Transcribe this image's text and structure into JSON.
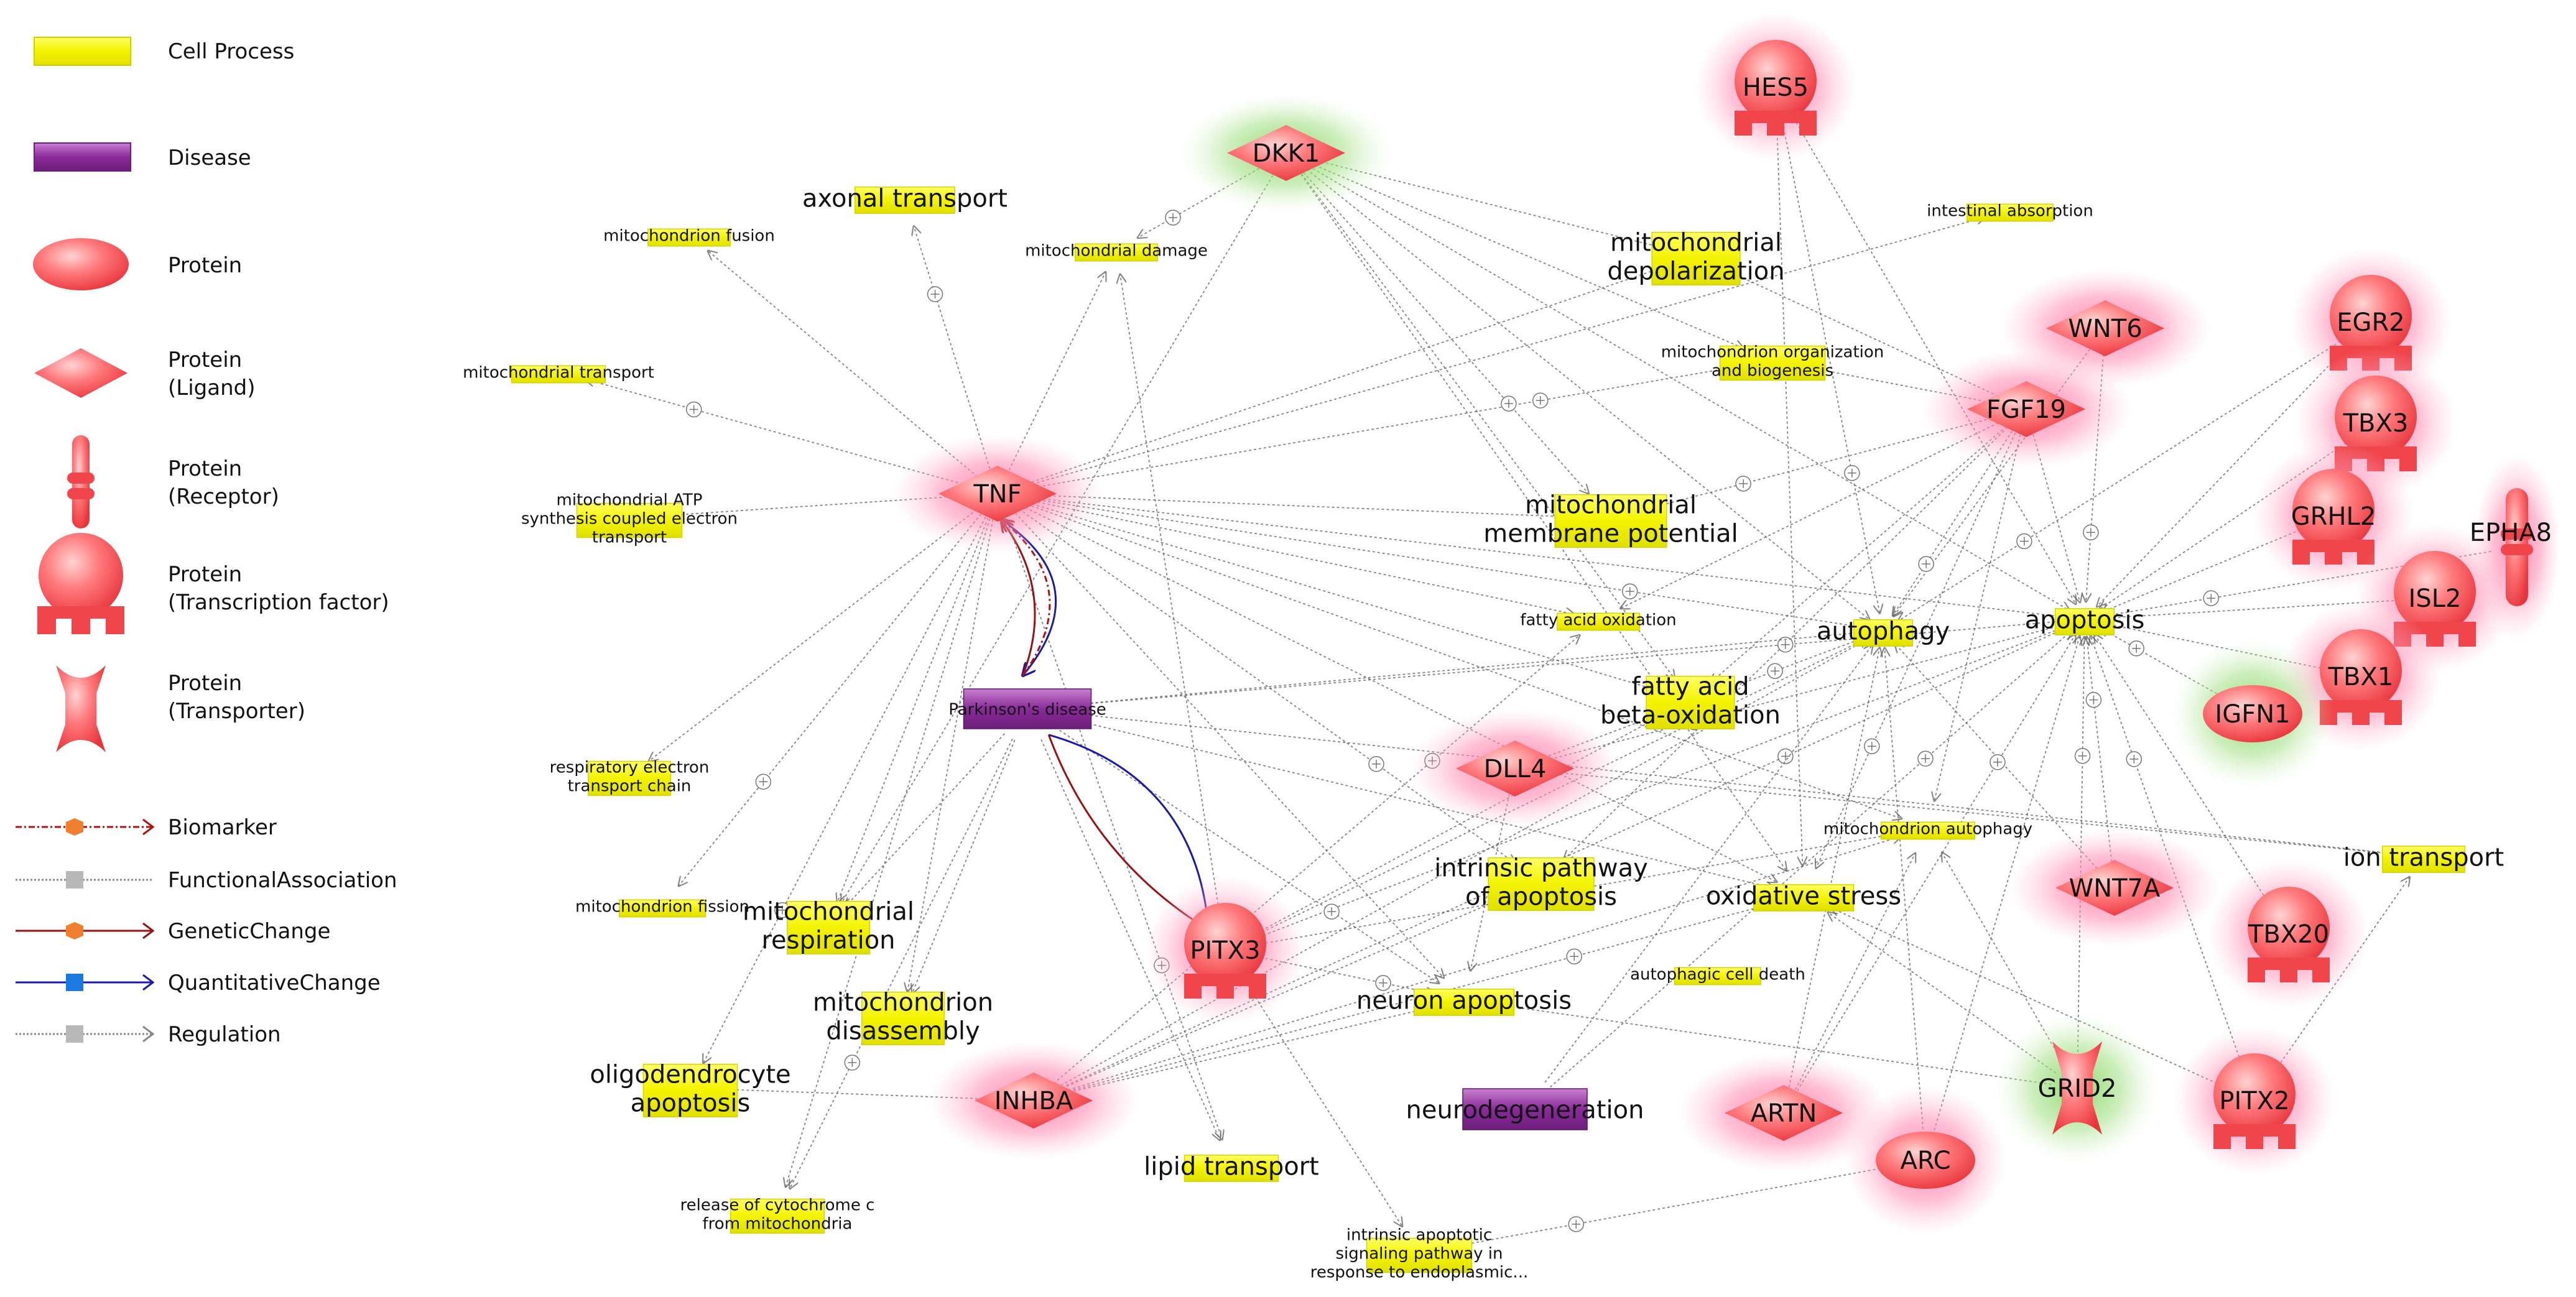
{
  "legend": {
    "cell_process": "Cell Process",
    "disease": "Disease",
    "protein": "Protein",
    "ligand": [
      "Protein",
      "(Ligand)"
    ],
    "receptor": [
      "Protein",
      "(Receptor)"
    ],
    "tf": [
      "Protein",
      "(Transcription factor)"
    ],
    "transporter": [
      "Protein",
      "(Transporter)"
    ],
    "biomarker": "Biomarker",
    "functional": "FunctionalAssociation",
    "genetic": "GeneticChange",
    "quantitative": "QuantitativeChange",
    "regulation": "Regulation"
  },
  "colors": {
    "process_fill": "#ffff55",
    "process_edge": "#d4d400",
    "disease_fill": "#9b3aa8",
    "protein_fill": "#f7666a",
    "glow_pink": "#ff7faa",
    "glow_green": "#8fd66e",
    "edge_gray": "#666666",
    "biomarker": "#b01010",
    "genetic": "#9a1010",
    "quantitative": "#1a1aaa"
  },
  "processes": [
    {
      "id": "axonal-transport",
      "label": [
        "axonal transport"
      ]
    },
    {
      "id": "mitochondrion-fusion",
      "label": [
        "mitochondrion fusion"
      ]
    },
    {
      "id": "mitochondrial-damage",
      "label": [
        "mitochondrial damage"
      ]
    },
    {
      "id": "mitochondrial-depolarization",
      "label": [
        "mitochondrial",
        "depolarization"
      ]
    },
    {
      "id": "intestinal-absorption",
      "label": [
        "intestinal absorption"
      ]
    },
    {
      "id": "mitochondrial-transport",
      "label": [
        "mitochondrial transport"
      ]
    },
    {
      "id": "mitochondrion-organization",
      "label": [
        "mitochondrion organization",
        "and biogenesis"
      ]
    },
    {
      "id": "mitochondrial-atp",
      "label": [
        "mitochondrial ATP",
        "synthesis coupled electron",
        "transport"
      ]
    },
    {
      "id": "mitochondrial-membrane-potential",
      "label": [
        "mitochondrial",
        "membrane potential"
      ]
    },
    {
      "id": "fatty-acid-oxidation",
      "label": [
        "fatty acid oxidation"
      ]
    },
    {
      "id": "autophagy",
      "label": [
        "autophagy"
      ]
    },
    {
      "id": "apoptosis",
      "label": [
        "apoptosis"
      ]
    },
    {
      "id": "fatty-acid-beta-oxidation",
      "label": [
        "fatty acid",
        "beta-oxidation"
      ]
    },
    {
      "id": "respiratory-electron",
      "label": [
        "respiratory electron",
        "transport chain"
      ]
    },
    {
      "id": "mitochondrion-autophagy",
      "label": [
        "mitochondrion autophagy"
      ]
    },
    {
      "id": "intrinsic-pathway",
      "label": [
        "intrinsic pathway",
        "of apoptosis"
      ]
    },
    {
      "id": "ion-transport",
      "label": [
        "ion transport"
      ]
    },
    {
      "id": "mitochondrion-fission",
      "label": [
        "mitochondrion fission"
      ]
    },
    {
      "id": "mitochondrial-respiration",
      "label": [
        "mitochondrial",
        "respiration"
      ]
    },
    {
      "id": "oxidative-stress",
      "label": [
        "oxidative stress"
      ]
    },
    {
      "id": "autophagic-cell-death",
      "label": [
        "autophagic cell death"
      ]
    },
    {
      "id": "mitochondrion-disassembly",
      "label": [
        "mitochondrion",
        "disassembly"
      ]
    },
    {
      "id": "neuron-apoptosis",
      "label": [
        "neuron apoptosis"
      ]
    },
    {
      "id": "oligodendrocyte-apoptosis",
      "label": [
        "oligodendrocyte",
        "apoptosis"
      ]
    },
    {
      "id": "lipid-transport",
      "label": [
        "lipid transport"
      ]
    },
    {
      "id": "release-cytochrome-c",
      "label": [
        "release of cytochrome c",
        "from mitochondria"
      ]
    },
    {
      "id": "intrinsic-apoptotic-er",
      "label": [
        "intrinsic apoptotic",
        "signaling pathway in",
        "response to endoplasmic..."
      ]
    }
  ],
  "diseases": [
    {
      "id": "parkinsons-disease",
      "label": "Parkinson's disease"
    },
    {
      "id": "neurodegeneration",
      "label": "neurodegeneration"
    }
  ],
  "proteins": [
    {
      "id": "hes5",
      "label": "HES5",
      "kind": "tf",
      "glow": "pink"
    },
    {
      "id": "dkk1",
      "label": "DKK1",
      "kind": "ligand",
      "glow": "green"
    },
    {
      "id": "wnt6",
      "label": "WNT6",
      "kind": "ligand",
      "glow": "pink"
    },
    {
      "id": "egr2",
      "label": "EGR2",
      "kind": "tf",
      "glow": "pink"
    },
    {
      "id": "fgf19",
      "label": "FGF19",
      "kind": "ligand",
      "glow": "pink"
    },
    {
      "id": "tbx3",
      "label": "TBX3",
      "kind": "tf",
      "glow": "pink"
    },
    {
      "id": "tnf",
      "label": "TNF",
      "kind": "ligand",
      "glow": "pink"
    },
    {
      "id": "grhl2",
      "label": "GRHL2",
      "kind": "tf",
      "glow": "pink"
    },
    {
      "id": "epha8",
      "label": "EPHA8",
      "kind": "receptor",
      "glow": "pink"
    },
    {
      "id": "isl2",
      "label": "ISL2",
      "kind": "tf",
      "glow": "pink"
    },
    {
      "id": "tbx1",
      "label": "TBX1",
      "kind": "tf",
      "glow": "pink"
    },
    {
      "id": "igfn1",
      "label": "IGFN1",
      "kind": "protein",
      "glow": "green"
    },
    {
      "id": "dll4",
      "label": "DLL4",
      "kind": "ligand",
      "glow": "pink"
    },
    {
      "id": "wnt7a",
      "label": "WNT7A",
      "kind": "ligand",
      "glow": "pink"
    },
    {
      "id": "tbx20",
      "label": "TBX20",
      "kind": "tf",
      "glow": "pink"
    },
    {
      "id": "pitx3",
      "label": "PITX3",
      "kind": "tf",
      "glow": "pink"
    },
    {
      "id": "grid2",
      "label": "GRID2",
      "kind": "transporter",
      "glow": "green"
    },
    {
      "id": "pitx2",
      "label": "PITX2",
      "kind": "tf",
      "glow": "pink"
    },
    {
      "id": "inhba",
      "label": "INHBA",
      "kind": "ligand",
      "glow": "pink"
    },
    {
      "id": "artn",
      "label": "ARTN",
      "kind": "ligand",
      "glow": "pink"
    },
    {
      "id": "arc",
      "label": "ARC",
      "kind": "protein",
      "glow": "pink"
    }
  ],
  "edges": [
    {
      "from": "tnf",
      "to": "axonal-transport",
      "type": "regulation"
    },
    {
      "from": "tnf",
      "to": "mitochondrion-fusion",
      "type": "regulation"
    },
    {
      "from": "tnf",
      "to": "mitochondrial-damage",
      "type": "regulation"
    },
    {
      "from": "tnf",
      "to": "mitochondrial-transport",
      "type": "regulation"
    },
    {
      "from": "tnf",
      "to": "mitochondrial-atp",
      "type": "regulation"
    },
    {
      "from": "tnf",
      "to": "respiratory-electron",
      "type": "regulation"
    },
    {
      "from": "tnf",
      "to": "mitochondrion-fission",
      "type": "regulation"
    },
    {
      "from": "tnf",
      "to": "mitochondrial-respiration",
      "type": "regulation"
    },
    {
      "from": "tnf",
      "to": "mitochondrion-disassembly",
      "type": "regulation"
    },
    {
      "from": "tnf",
      "to": "oligodendrocyte-apoptosis",
      "type": "regulation"
    },
    {
      "from": "tnf",
      "to": "release-cytochrome-c",
      "type": "regulation"
    },
    {
      "from": "tnf",
      "to": "mitochondrial-depolarization",
      "type": "regulation"
    },
    {
      "from": "tnf",
      "to": "mitochondrion-organization",
      "type": "regulation"
    },
    {
      "from": "tnf",
      "to": "mitochondrial-membrane-potential",
      "type": "regulation"
    },
    {
      "from": "tnf",
      "to": "fatty-acid-oxidation",
      "type": "regulation"
    },
    {
      "from": "tnf",
      "to": "autophagy",
      "type": "regulation"
    },
    {
      "from": "tnf",
      "to": "apoptosis",
      "type": "regulation"
    },
    {
      "from": "tnf",
      "to": "fatty-acid-beta-oxidation",
      "type": "regulation"
    },
    {
      "from": "tnf",
      "to": "intrinsic-pathway",
      "type": "regulation"
    },
    {
      "from": "tnf",
      "to": "oxidative-stress",
      "type": "regulation"
    },
    {
      "from": "tnf",
      "to": "neuron-apoptosis",
      "type": "regulation"
    },
    {
      "from": "tnf",
      "to": "lipid-transport",
      "type": "regulation"
    },
    {
      "from": "tnf",
      "to": "mitochondrion-autophagy",
      "type": "regulation"
    },
    {
      "from": "tnf",
      "to": "intestinal-absorption",
      "type": "regulation"
    },
    {
      "from": "dkk1",
      "to": "mitochondrial-damage",
      "type": "regulation"
    },
    {
      "from": "dkk1",
      "to": "mitochondrial-depolarization",
      "type": "regulation"
    },
    {
      "from": "dkk1",
      "to": "mitochondrion-organization",
      "type": "regulation"
    },
    {
      "from": "dkk1",
      "to": "mitochondrial-membrane-potential",
      "type": "regulation"
    },
    {
      "from": "dkk1",
      "to": "autophagy",
      "type": "regulation"
    },
    {
      "from": "dkk1",
      "to": "apoptosis",
      "type": "regulation"
    },
    {
      "from": "dkk1",
      "to": "fatty-acid-beta-oxidation",
      "type": "regulation"
    },
    {
      "from": "dkk1",
      "to": "mitochondrial-respiration",
      "type": "regulation"
    },
    {
      "from": "dkk1",
      "to": "oxidative-stress",
      "type": "regulation"
    },
    {
      "from": "hes5",
      "to": "autophagy",
      "type": "regulation"
    },
    {
      "from": "hes5",
      "to": "apoptosis",
      "type": "regulation"
    },
    {
      "from": "hes5",
      "to": "oxidative-stress",
      "type": "regulation"
    },
    {
      "from": "wnt6",
      "to": "apoptosis",
      "type": "regulation"
    },
    {
      "from": "wnt6",
      "to": "autophagy",
      "type": "regulation"
    },
    {
      "from": "egr2",
      "to": "apoptosis",
      "type": "regulation"
    },
    {
      "from": "egr2",
      "to": "autophagy",
      "type": "regulation"
    },
    {
      "from": "tbx3",
      "to": "apoptosis",
      "type": "regulation"
    },
    {
      "from": "grhl2",
      "to": "apoptosis",
      "type": "regulation"
    },
    {
      "from": "epha8",
      "to": "apoptosis",
      "type": "regulation"
    },
    {
      "from": "isl2",
      "to": "apoptosis",
      "type": "regulation"
    },
    {
      "from": "tbx1",
      "to": "apoptosis",
      "type": "regulation"
    },
    {
      "from": "igfn1",
      "to": "apoptosis",
      "type": "regulation"
    },
    {
      "from": "fgf19",
      "to": "mitochondrion-organization",
      "type": "regulation"
    },
    {
      "from": "fgf19",
      "to": "mitochondrial-depolarization",
      "type": "regulation"
    },
    {
      "from": "fgf19",
      "to": "mitochondrial-membrane-potential",
      "type": "regulation"
    },
    {
      "from": "fgf19",
      "to": "fatty-acid-oxidation",
      "type": "regulation"
    },
    {
      "from": "fgf19",
      "to": "fatty-acid-beta-oxidation",
      "type": "regulation"
    },
    {
      "from": "fgf19",
      "to": "autophagy",
      "type": "regulation"
    },
    {
      "from": "fgf19",
      "to": "apoptosis",
      "type": "regulation"
    },
    {
      "from": "fgf19",
      "to": "mitochondrion-autophagy",
      "type": "regulation"
    },
    {
      "from": "fgf19",
      "to": "oxidative-stress",
      "type": "regulation"
    },
    {
      "from": "fgf19",
      "to": "intrinsic-pathway",
      "type": "regulation"
    },
    {
      "from": "dll4",
      "to": "apoptosis",
      "type": "regulation"
    },
    {
      "from": "dll4",
      "to": "autophagy",
      "type": "regulation"
    },
    {
      "from": "dll4",
      "to": "neuron-apoptosis",
      "type": "regulation"
    },
    {
      "from": "dll4",
      "to": "ion-transport",
      "type": "regulation"
    },
    {
      "from": "wnt7a",
      "to": "apoptosis",
      "type": "regulation"
    },
    {
      "from": "wnt7a",
      "to": "autophagy",
      "type": "regulation"
    },
    {
      "from": "tbx20",
      "to": "apoptosis",
      "type": "regulation"
    },
    {
      "from": "pitx2",
      "to": "apoptosis",
      "type": "regulation"
    },
    {
      "from": "pitx2",
      "to": "ion-transport",
      "type": "regulation"
    },
    {
      "from": "pitx2",
      "to": "oxidative-stress",
      "type": "regulation"
    },
    {
      "from": "grid2",
      "to": "apoptosis",
      "type": "regulation"
    },
    {
      "from": "grid2",
      "to": "mitochondrion-autophagy",
      "type": "regulation"
    },
    {
      "from": "grid2",
      "to": "oxidative-stress",
      "type": "regulation"
    },
    {
      "from": "artn",
      "to": "apoptosis",
      "type": "regulation"
    },
    {
      "from": "artn",
      "to": "autophagy",
      "type": "regulation"
    },
    {
      "from": "arc",
      "to": "apoptosis",
      "type": "regulation"
    },
    {
      "from": "arc",
      "to": "intrinsic-apoptotic-er",
      "type": "regulation"
    },
    {
      "from": "arc",
      "to": "autophagy",
      "type": "regulation"
    },
    {
      "from": "pitx3",
      "to": "apoptosis",
      "type": "regulation"
    },
    {
      "from": "pitx3",
      "to": "autophagy",
      "type": "regulation"
    },
    {
      "from": "pitx3",
      "to": "mitochondrion-autophagy",
      "type": "regulation"
    },
    {
      "from": "pitx3",
      "to": "intrinsic-apoptotic-er",
      "type": "regulation"
    },
    {
      "from": "pitx3",
      "to": "neuron-apoptosis",
      "type": "regulation"
    },
    {
      "from": "pitx3",
      "to": "mitochondrial-damage",
      "type": "regulation"
    },
    {
      "from": "pitx3",
      "to": "fatty-acid-beta-oxidation",
      "type": "regulation"
    },
    {
      "from": "inhba",
      "to": "apoptosis",
      "type": "regulation"
    },
    {
      "from": "inhba",
      "to": "oligodendrocyte-apoptosis",
      "type": "regulation"
    },
    {
      "from": "inhba",
      "to": "autophagy",
      "type": "regulation"
    },
    {
      "from": "inhba",
      "to": "oxidative-stress",
      "type": "regulation"
    },
    {
      "from": "inhba",
      "to": "intrinsic-pathway",
      "type": "regulation"
    },
    {
      "from": "inhba",
      "to": "neuron-apoptosis",
      "type": "regulation"
    },
    {
      "from": "inhba",
      "to": "fatty-acid-oxidation",
      "type": "regulation"
    },
    {
      "from": "inhba",
      "to": "mitochondrion-autophagy",
      "type": "regulation"
    },
    {
      "from": "parkinsons-disease",
      "to": "lipid-transport",
      "type": "regulation"
    },
    {
      "from": "parkinsons-disease",
      "to": "neuron-apoptosis",
      "type": "regulation"
    },
    {
      "from": "parkinsons-disease",
      "to": "mitochondrial-respiration",
      "type": "regulation"
    },
    {
      "from": "parkinsons-disease",
      "to": "mitochondrion-disassembly",
      "type": "regulation"
    },
    {
      "from": "parkinsons-disease",
      "to": "apoptosis",
      "type": "regulation"
    },
    {
      "from": "parkinsons-disease",
      "to": "autophagy",
      "type": "regulation"
    },
    {
      "from": "parkinsons-disease",
      "to": "oxidative-stress",
      "type": "regulation"
    },
    {
      "from": "parkinsons-disease",
      "to": "release-cytochrome-c",
      "type": "regulation"
    },
    {
      "from": "parkinsons-disease",
      "to": "ion-transport",
      "type": "regulation"
    },
    {
      "from": "neurodegeneration",
      "to": "autophagy",
      "type": "regulation"
    },
    {
      "from": "neurodegeneration",
      "to": "apoptosis",
      "type": "regulation"
    },
    {
      "from": "grid2",
      "to": "neuron-apoptosis",
      "type": "regulation"
    },
    {
      "from": "artn",
      "to": "mitochondrion-autophagy",
      "type": "regulation"
    },
    {
      "from": "tnf",
      "to": "parkinsons-disease",
      "type": "quantitative"
    },
    {
      "from": "parkinsons-disease",
      "to": "tnf",
      "type": "genetic"
    },
    {
      "from": "parkinsons-disease",
      "to": "tnf",
      "type": "biomarker"
    },
    {
      "from": "parkinsons-disease",
      "to": "pitx3",
      "type": "quantitative"
    },
    {
      "from": "parkinsons-disease",
      "to": "pitx3",
      "type": "genetic"
    }
  ]
}
